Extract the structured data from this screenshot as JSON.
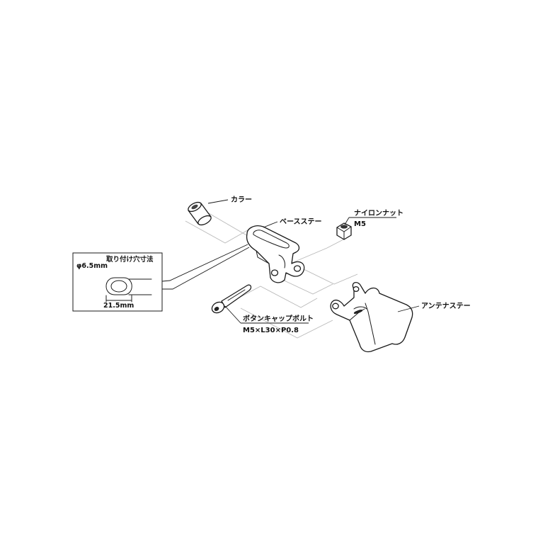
{
  "parts": {
    "collar": {
      "label": "カラー"
    },
    "base_stay": {
      "label": "ベースステー"
    },
    "nylon_nut": {
      "label": "ナイロンナット",
      "spec": "M5"
    },
    "antenna_stay": {
      "label": "アンテナステー"
    },
    "button_cap_bolt": {
      "label": "ボタンキャップボルト",
      "spec": "M5×L30×P0.8"
    }
  },
  "mounting_hole_detail": {
    "title": "取り付け穴寸法",
    "diameter": "φ6.5mm",
    "length": "21.5mm"
  }
}
